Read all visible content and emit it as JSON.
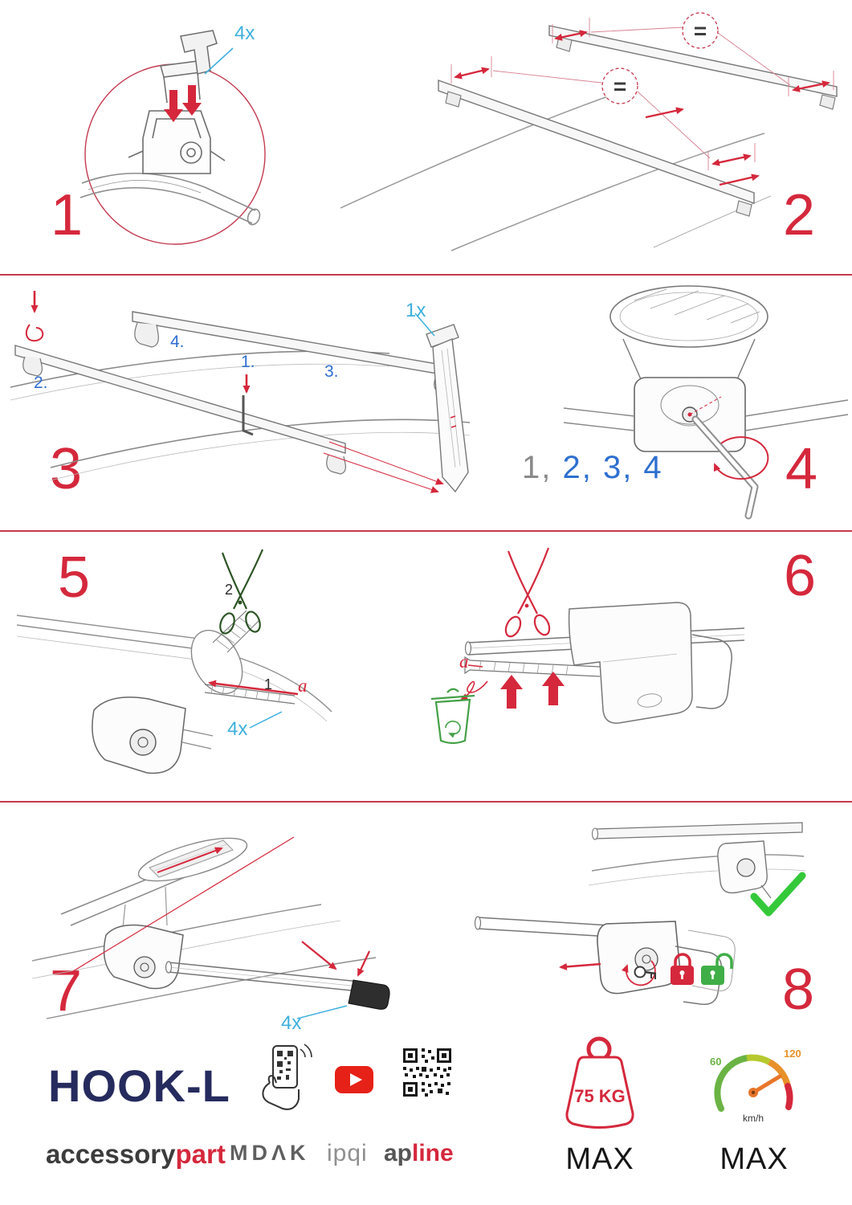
{
  "colors": {
    "accent_red": "#d5283c",
    "label_blue": "#3fb0de",
    "step_blue": "#2e6fd0",
    "brand_navy": "#262b5e",
    "success_green": "#35c93a",
    "gauge_green": "#6ab344",
    "gauge_orange": "#e8912a"
  },
  "steps": {
    "one": {
      "num": "1",
      "qty": "4x"
    },
    "two": {
      "num": "2",
      "equal": "="
    },
    "three": {
      "num": "3",
      "qty": "1x",
      "sub": [
        "1.",
        "2.",
        "3.",
        "4."
      ]
    },
    "four": {
      "num": "4",
      "seq_done": "1,",
      "seq_todo": " 2, 3, 4"
    },
    "five": {
      "num": "5",
      "cut_label": "2",
      "pull_label": "1",
      "strap_label": "a",
      "qty": "4x"
    },
    "six": {
      "num": "6",
      "strap_label": "a"
    },
    "seven": {
      "num": "7",
      "qty": "4x"
    },
    "eight": {
      "num": "8"
    }
  },
  "footer": {
    "product_name": "HOOK-L",
    "brand": {
      "first": "accessory",
      "second": "part"
    },
    "partner_logos": [
      "MDΛK",
      "ipqi"
    ],
    "apline": {
      "first": "ap",
      "second": "line"
    },
    "load_limit": {
      "value": "75 KG",
      "label": "MAX"
    },
    "speed_limit": {
      "low": "60",
      "high": "120",
      "unit": "km/h",
      "label": "MAX"
    }
  }
}
